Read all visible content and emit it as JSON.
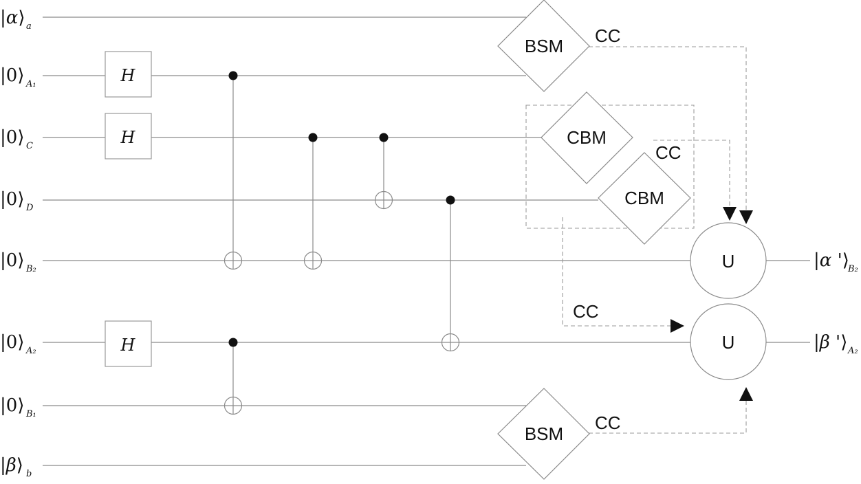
{
  "inputs": [
    {
      "state": "α",
      "sub": "a"
    },
    {
      "state": "0",
      "sub": "A₁"
    },
    {
      "state": "0",
      "sub": "C"
    },
    {
      "state": "0",
      "sub": "D"
    },
    {
      "state": "0",
      "sub": "B₂"
    },
    {
      "state": "0",
      "sub": "A₂"
    },
    {
      "state": "0",
      "sub": "B₁"
    },
    {
      "state": "β",
      "sub": "b"
    }
  ],
  "outputs": [
    {
      "state": "α '",
      "sub": "B₂"
    },
    {
      "state": "β '",
      "sub": "A₂"
    }
  ],
  "hadamard_label": "H",
  "bsm_label": "BSM",
  "cbm_label": "CBM",
  "cc_label": "CC",
  "unitary_label": "U",
  "colors": {
    "line": "#8a8a8a",
    "ink": "#111111",
    "dashed": "#9a9a9a",
    "gate_border": "#9a9a9a"
  }
}
